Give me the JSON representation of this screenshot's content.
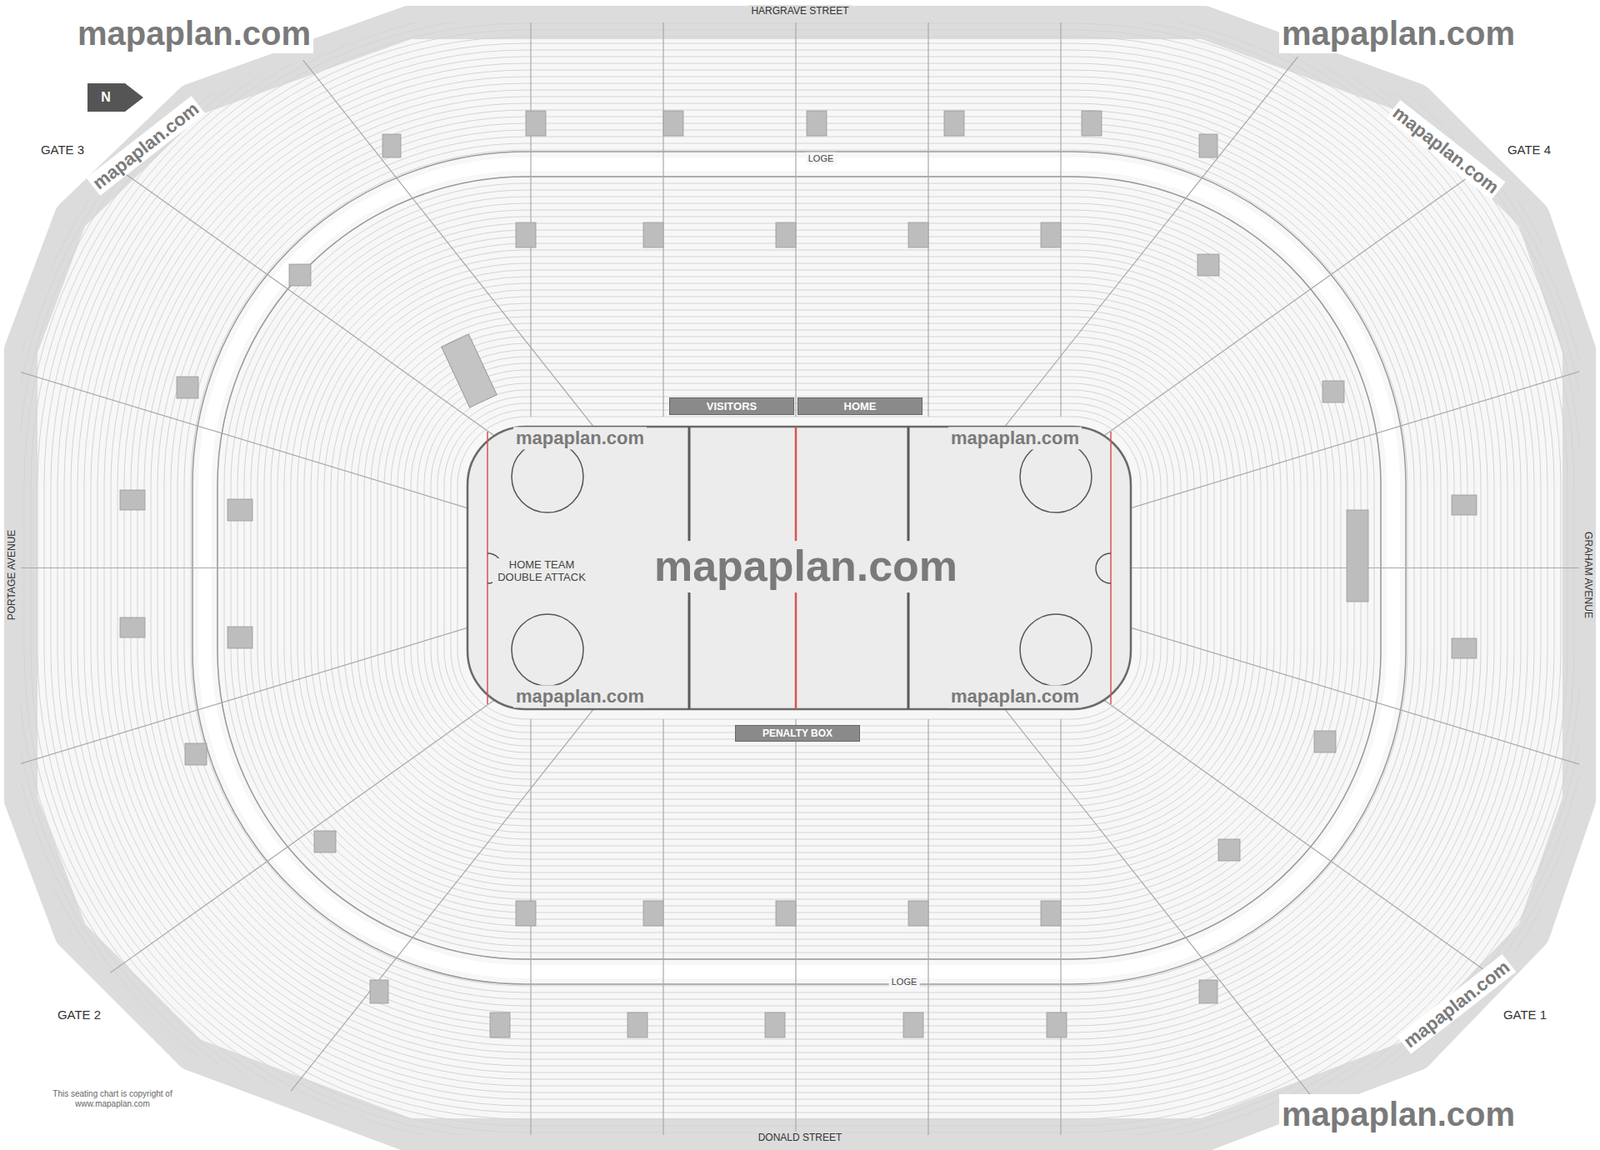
{
  "diagram": {
    "nodes": [
      {
        "text": [
          "VISITORS"
        ]
      },
      {
        "text": [
          "HOME"
        ]
      },
      {
        "text": [
          "PENALTY BOX"
        ]
      }
    ],
    "labels": [
      "HARGRAVE STREET",
      "DONALD STREET",
      "PORTAGE AVENUE",
      "GRAHAM AVENUE",
      "GATE 3",
      "GATE 4",
      "GATE 2",
      "GATE 1",
      "N",
      "mapaplan.com",
      "mapaplan.com",
      "mapaplan.com",
      "mapaplan.com",
      "mapaplan.com",
      "mapaplan.com",
      "mapaplan.com",
      "mapaplan.com",
      "mapaplan.com",
      "mapaplan.com",
      "mapaplan.com",
      "LOGE",
      "LOGE",
      "HOME TEAM DOUBLE ATTACK",
      "This seating chart is copyright of www.mapaplan.com"
    ]
  }
}
